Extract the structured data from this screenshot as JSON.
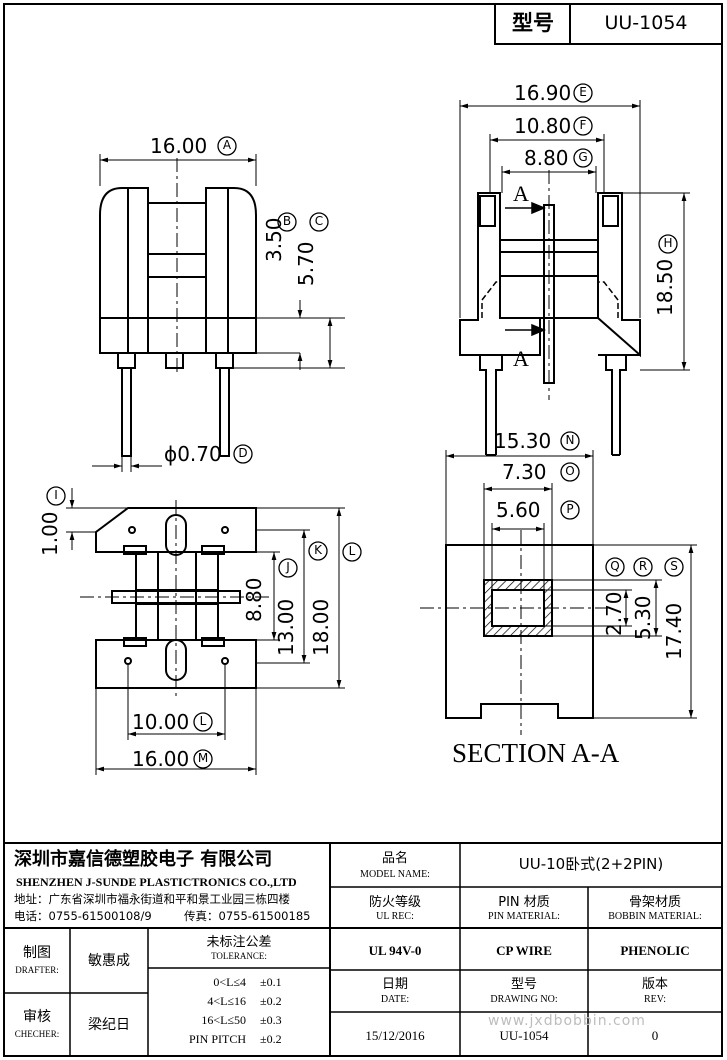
{
  "header": {
    "type_label": "型号",
    "type_value": "UU-1054"
  },
  "dims": {
    "A": {
      "value": "16.00",
      "letter": "A"
    },
    "B": {
      "value": "3.50",
      "letter": "B"
    },
    "C": {
      "value": "5.70",
      "letter": "C"
    },
    "D": {
      "value": "ϕ0.70",
      "letter": "D"
    },
    "E": {
      "value": "16.90",
      "letter": "E"
    },
    "F": {
      "value": "10.80",
      "letter": "F"
    },
    "G": {
      "value": "8.80",
      "letter": "G"
    },
    "H": {
      "value": "18.50",
      "letter": "H"
    },
    "I": {
      "value": "1.00",
      "letter": "I"
    },
    "J": {
      "value": "8.80",
      "letter": "J"
    },
    "K": {
      "value": "13.00",
      "letter": "K"
    },
    "Lv": {
      "value": "18.00",
      "letter": "L"
    },
    "L": {
      "value": "10.00",
      "letter": "L"
    },
    "M": {
      "value": "16.00",
      "letter": "M"
    },
    "N": {
      "value": "15.30",
      "letter": "N"
    },
    "O": {
      "value": "7.30",
      "letter": "O"
    },
    "P": {
      "value": "5.60",
      "letter": "P"
    },
    "Q": {
      "value": "2.70",
      "letter": "Q"
    },
    "R": {
      "value": "5.30",
      "letter": "R"
    },
    "S": {
      "value": "17.40",
      "letter": "S"
    }
  },
  "section_marks": {
    "a_top": "A",
    "a_bottom": "A",
    "section_title": "SECTION A-A"
  },
  "title_block": {
    "company_cn": "深圳市嘉信德塑胶电子 有限公司",
    "company_en": "SHENZHEN J-SUNDE PLASTICTRONICS CO.,LTD",
    "address": "地址：广东省深圳市福永街道和平和景工业园三栋四楼",
    "phone": "电话：0755-61500108/9",
    "fax": "传真：0755-61500185",
    "model_name_cn": "品名",
    "model_name_en": "MODEL NAME:",
    "model_name_value": "UU-10卧式(2+2PIN)",
    "ul_rec_cn": "防火等级",
    "ul_rec_en": "UL REC:",
    "ul_rec_value": "UL 94V-0",
    "pin_material_cn": "PIN 材质",
    "pin_material_en": "PIN MATERIAL:",
    "pin_material_value": "CP WIRE",
    "bobbin_material_cn": "骨架材质",
    "bobbin_material_en": "BOBBIN MATERIAL:",
    "bobbin_material_value": "PHENOLIC",
    "drafter_cn": "制图",
    "drafter_en": "DRAFTER:",
    "drafter_name": "敏惠成",
    "checker_cn": "审核",
    "checker_en": "CHECHER:",
    "checker_name": "梁纪日",
    "tolerance_cn": "未标注公差",
    "tolerance_en": "TOLERANCE:",
    "tolerances": [
      {
        "range": "0<L≤4",
        "value": "±0.1"
      },
      {
        "range": "4<L≤16",
        "value": "±0.2"
      },
      {
        "range": "16<L≤50",
        "value": "±0.3"
      },
      {
        "range": "PIN PITCH",
        "value": "±0.2"
      }
    ],
    "date_cn": "日期",
    "date_en": "DATE:",
    "date_value": "15/12/2016",
    "drawing_no_cn": "型号",
    "drawing_no_en": "DRAWING NO:",
    "drawing_no_value": "UU-1054",
    "rev_cn": "版本",
    "rev_en": "REV:",
    "rev_value": "0",
    "watermark": "www.jxdbobbin.com"
  }
}
